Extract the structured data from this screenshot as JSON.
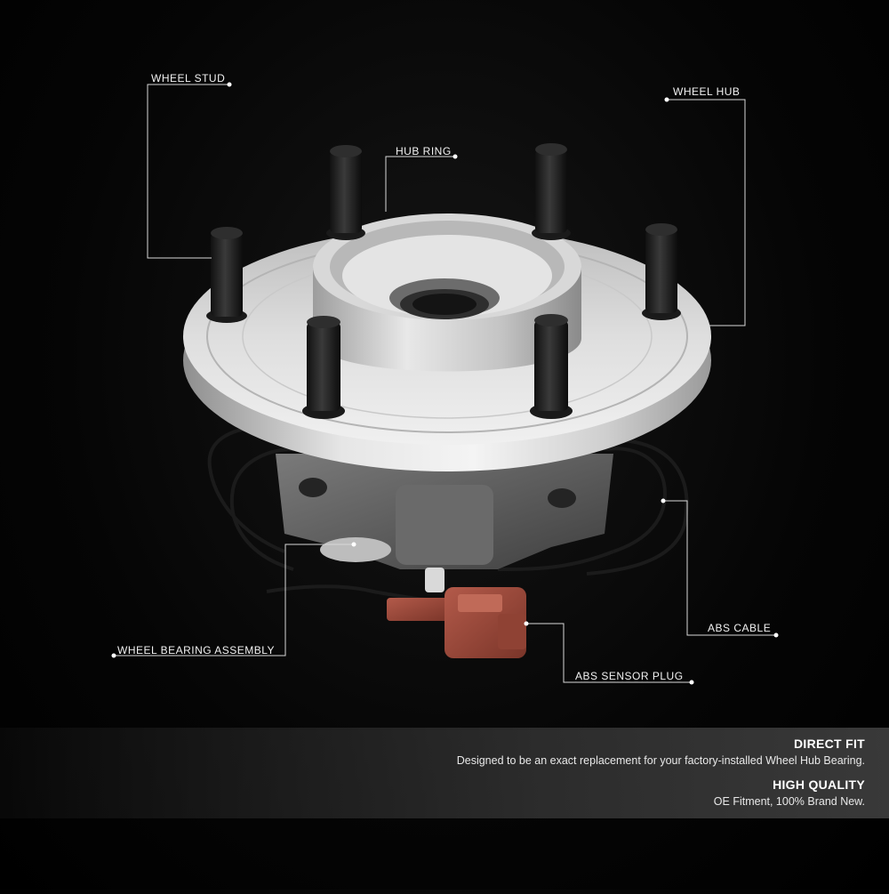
{
  "callouts": {
    "wheel_stud": "WHEEL STUD",
    "hub_ring": "HUB RING",
    "wheel_hub": "WHEEL HUB",
    "wheel_bearing_assembly": "WHEEL BEARING ASSEMBLY",
    "abs_cable": "ABS CABLE",
    "abs_sensor_plug": "ABS SENSOR PLUG"
  },
  "features": [
    {
      "title": "DIRECT FIT",
      "description": "Designed to be an exact replacement for your factory-installed Wheel Hub Bearing."
    },
    {
      "title": "HIGH QUALITY",
      "description": "OE Fitment, 100% Brand New."
    }
  ],
  "colors": {
    "background": "#000000",
    "band": "#3a3a3a",
    "plug": "#9a4a3c",
    "metal": "#c8c8c8",
    "housing": "#6b6b6b"
  }
}
